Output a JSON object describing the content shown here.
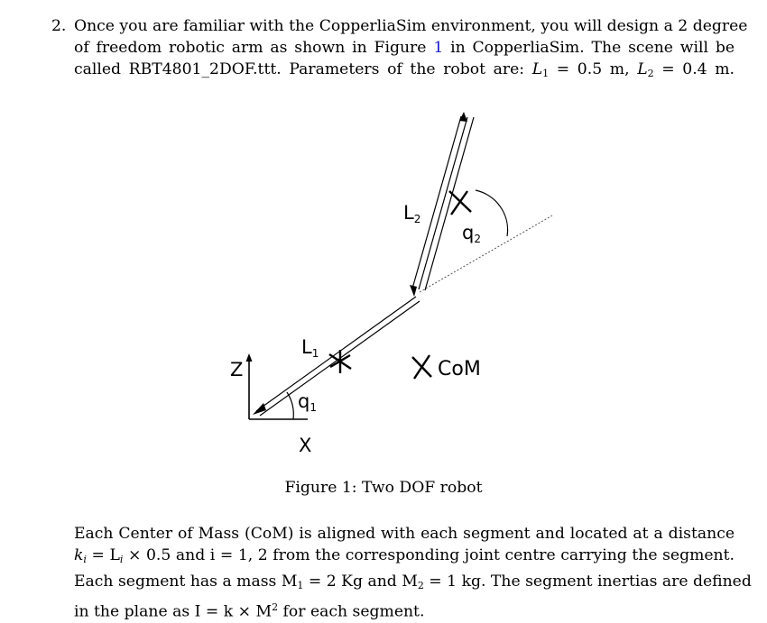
{
  "problem": {
    "number": "2.",
    "line1": "Once you are familiar with the CopperliaSim environment, you will design a 2 degree",
    "line2_a": "of freedom robotic arm as shown in Figure",
    "line2_ref": "1",
    "line2_b": "in CopperliaSim.  The scene will be",
    "line3_a": "called RBT4801_2DOF.ttt.  Parameters of the robot are:",
    "L1_symbol": "L",
    "L1_sub": "1",
    "L1_value": "= 0.5 m,",
    "L2_symbol": "L",
    "L2_sub": "2",
    "L2_value": "= 0.4 m."
  },
  "figure": {
    "labels": {
      "z": "Z",
      "x": "X",
      "L1": "L",
      "L1_sub": "1",
      "L2": "L",
      "L2_sub": "2",
      "q1": "q",
      "q1_sub": "1",
      "q2": "q",
      "q2_sub": "2",
      "com": "CoM"
    },
    "caption": "Figure 1: Two DOF robot"
  },
  "description": {
    "line1": "Each Center of Mass (CoM) is aligned with each segment and located at a distance",
    "line2_a": "k",
    "line2_a_sub": "i",
    "line2_b": " = L",
    "line2_b_sub": "i",
    "line2_c": " × 0.5 and i = 1, 2 from the corresponding joint centre carrying the segment.",
    "line3_a": "Each segment has a mass M",
    "line3_a_sub": "1",
    "line3_b": " = 2 Kg and M",
    "line3_b_sub": "2",
    "line3_c": " = 1 kg.  The segment inertias are defined",
    "line4_a": "in the plane as I = k × M",
    "line4_sup": "2",
    "line4_b": " for each segment."
  }
}
